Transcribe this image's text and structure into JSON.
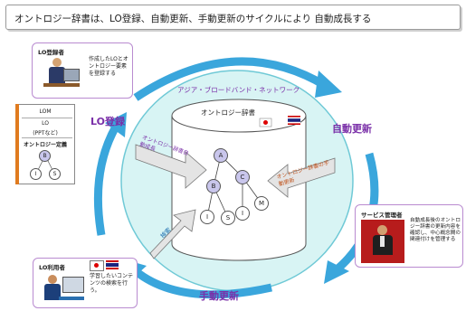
{
  "headline": "オントロジー辞書は、LO登録、自動更新、手動更新のサイクルにより 自動成長する",
  "cycle": {
    "lo_register": "LO登録",
    "auto_update": "自動更新",
    "manual_update": "手動更新"
  },
  "network_label": "アジア・ブロードバンド・ネットワーク",
  "dictionary_label": "オントロジー辞書",
  "ontology_nodes": [
    "A",
    "B",
    "C",
    "I",
    "S",
    "I",
    "M"
  ],
  "arrows": {
    "auto_reg": "オントロジー辞書自動成長",
    "auto_update_label": "オントロジー辞書の手動更新",
    "search": "検索"
  },
  "lo_creator": {
    "title": "LO登録者",
    "text": "作成したLOとオントロジー要素を登録する"
  },
  "lom_box": {
    "rows": [
      "LOM",
      "LO",
      "(PPTなど)"
    ],
    "ontology_title": "オントロジー定義",
    "nodes": [
      "B",
      "I",
      "S"
    ]
  },
  "lo_user": {
    "title": "LO利用者",
    "text": "学習したいコンテンツの検索を行う。"
  },
  "service_manager": {
    "title": "サービス管理者",
    "text": "自動成長後のオントロジー辞書の更新内容を確認し、中心概念間の関連付けを管理する"
  },
  "colors": {
    "cycle_arrow": "#3aa6dc",
    "network_fill": "#d8f4f4",
    "label_purple": "#7a2fa8",
    "node_fill": "#c9c6ec"
  }
}
